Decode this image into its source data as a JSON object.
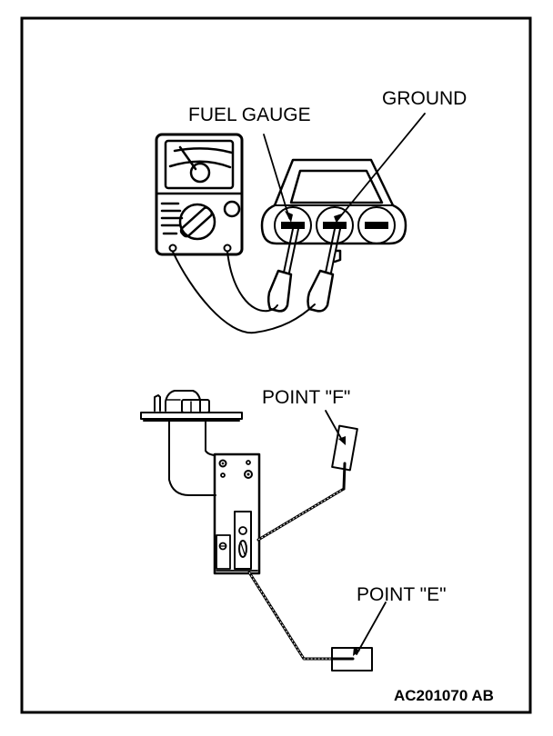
{
  "figure": {
    "code": "AC201070 AB",
    "colors": {
      "ink": "#000000",
      "paper": "#ffffff"
    }
  },
  "tester_section": {
    "labels": {
      "fuel_gauge": "FUEL GAUGE",
      "ground": "GROUND"
    },
    "components": [
      "analog-multimeter",
      "three-pin-connector",
      "test-probes"
    ]
  },
  "sender_section": {
    "labels": {
      "point_f": "POINT \"F\"",
      "point_e": "POINT \"E\""
    },
    "components": [
      "fuel-pump-flange",
      "level-sender-unit",
      "float-arm",
      "float"
    ]
  }
}
